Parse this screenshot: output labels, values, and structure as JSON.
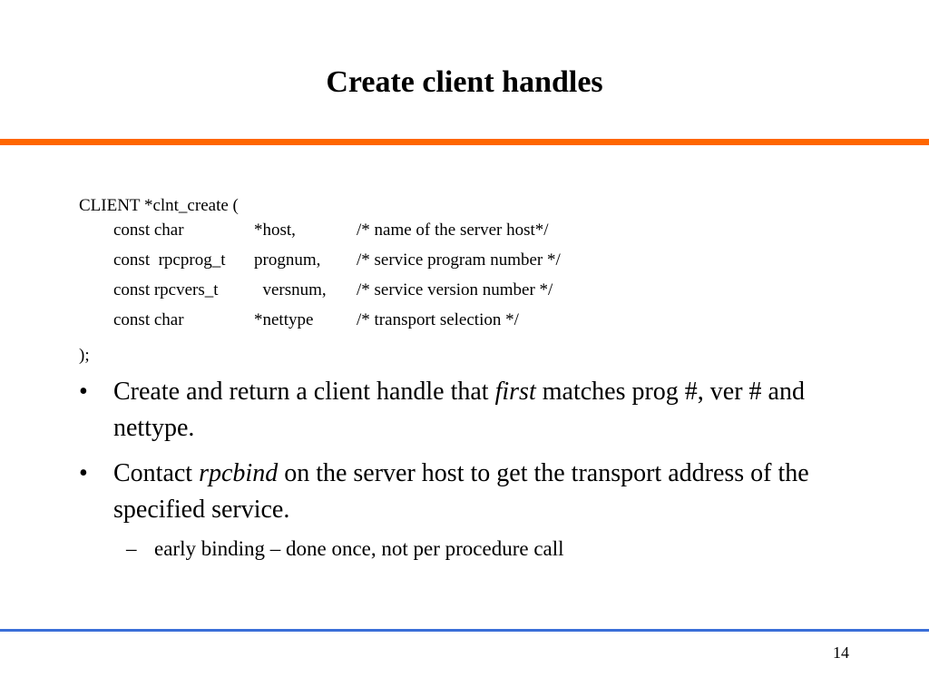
{
  "title": "Create client handles",
  "code": {
    "open_line": "CLIENT *clnt_create (",
    "params": [
      {
        "type": "const char",
        "name": "*host,",
        "comment": "/* name of the server host*/"
      },
      {
        "type": "const  rpcprog_t",
        "name": "prognum,",
        "comment": "/* service program number */"
      },
      {
        "type": "const rpcvers_t",
        "name": "  versnum,",
        "comment": "/* service version number */"
      },
      {
        "type": "const char",
        "name": "*nettype",
        "comment": "/* transport selection */"
      }
    ],
    "close_line": ");"
  },
  "bullets": [
    {
      "marker": "•",
      "before": "Create and return a client handle that ",
      "emphasis": "first",
      "after": " matches prog #, ver # and nettype."
    },
    {
      "marker": "•",
      "before": "Contact ",
      "emphasis": "rpcbind",
      "after": " on the server host to get the transport address of the specified service."
    }
  ],
  "sub_bullet": {
    "marker": "–",
    "text": "early binding – done once, not per procedure call"
  },
  "page_number": "14",
  "colors": {
    "top_rule": "#ff6600",
    "bottom_rule": "#3a6fd8"
  }
}
